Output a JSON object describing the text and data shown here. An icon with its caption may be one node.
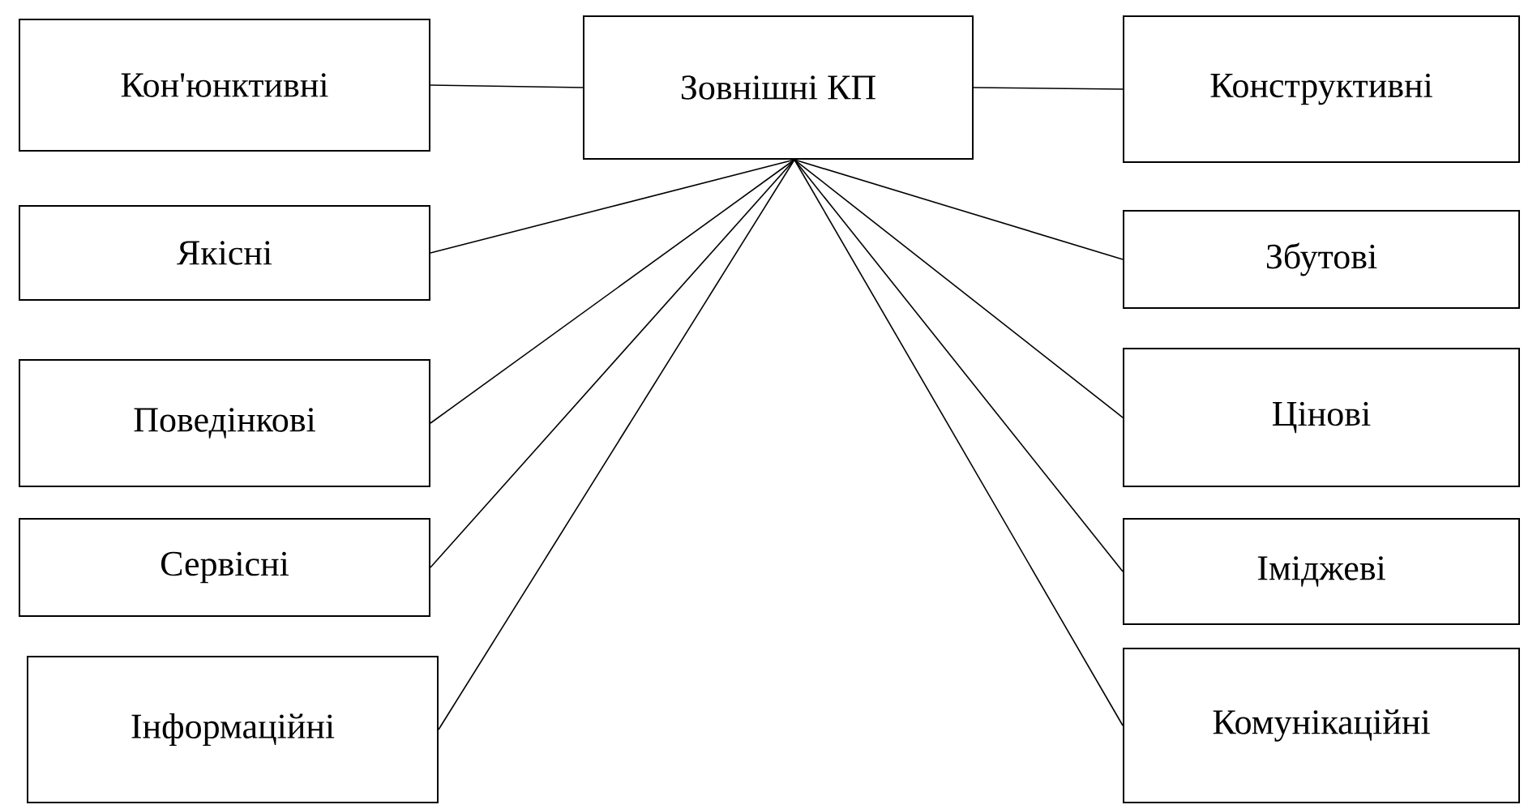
{
  "diagram": {
    "nodes": [
      {
        "text": [
          "Кон'юнктивні"
        ]
      },
      {
        "text": [
          "Зовнішні КП"
        ]
      },
      {
        "text": [
          "Конструктивні"
        ]
      },
      {
        "text": [
          "Якісні"
        ]
      },
      {
        "text": [
          "Збутові"
        ]
      },
      {
        "text": [
          "Поведінкові"
        ]
      },
      {
        "text": [
          "Цінові"
        ]
      },
      {
        "text": [
          "Сервісні"
        ]
      },
      {
        "text": [
          "Іміджеві"
        ]
      },
      {
        "text": [
          "Інформаційні"
        ]
      },
      {
        "text": [
          "Комунікаційні"
        ]
      }
    ],
    "edges": [
      {
        "from": 1,
        "to": 0,
        "arrow": "none"
      },
      {
        "from": 1,
        "to": 2,
        "arrow": "none"
      },
      {
        "from": 1,
        "to": 3,
        "arrow": "none"
      },
      {
        "from": 1,
        "to": 4,
        "arrow": "none"
      },
      {
        "from": 1,
        "to": 5,
        "arrow": "none"
      },
      {
        "from": 1,
        "to": 6,
        "arrow": "none"
      },
      {
        "from": 1,
        "to": 7,
        "arrow": "none"
      },
      {
        "from": 1,
        "to": 8,
        "arrow": "none"
      },
      {
        "from": 1,
        "to": 9,
        "arrow": "none"
      },
      {
        "from": 1,
        "to": 10,
        "arrow": "none"
      }
    ]
  }
}
